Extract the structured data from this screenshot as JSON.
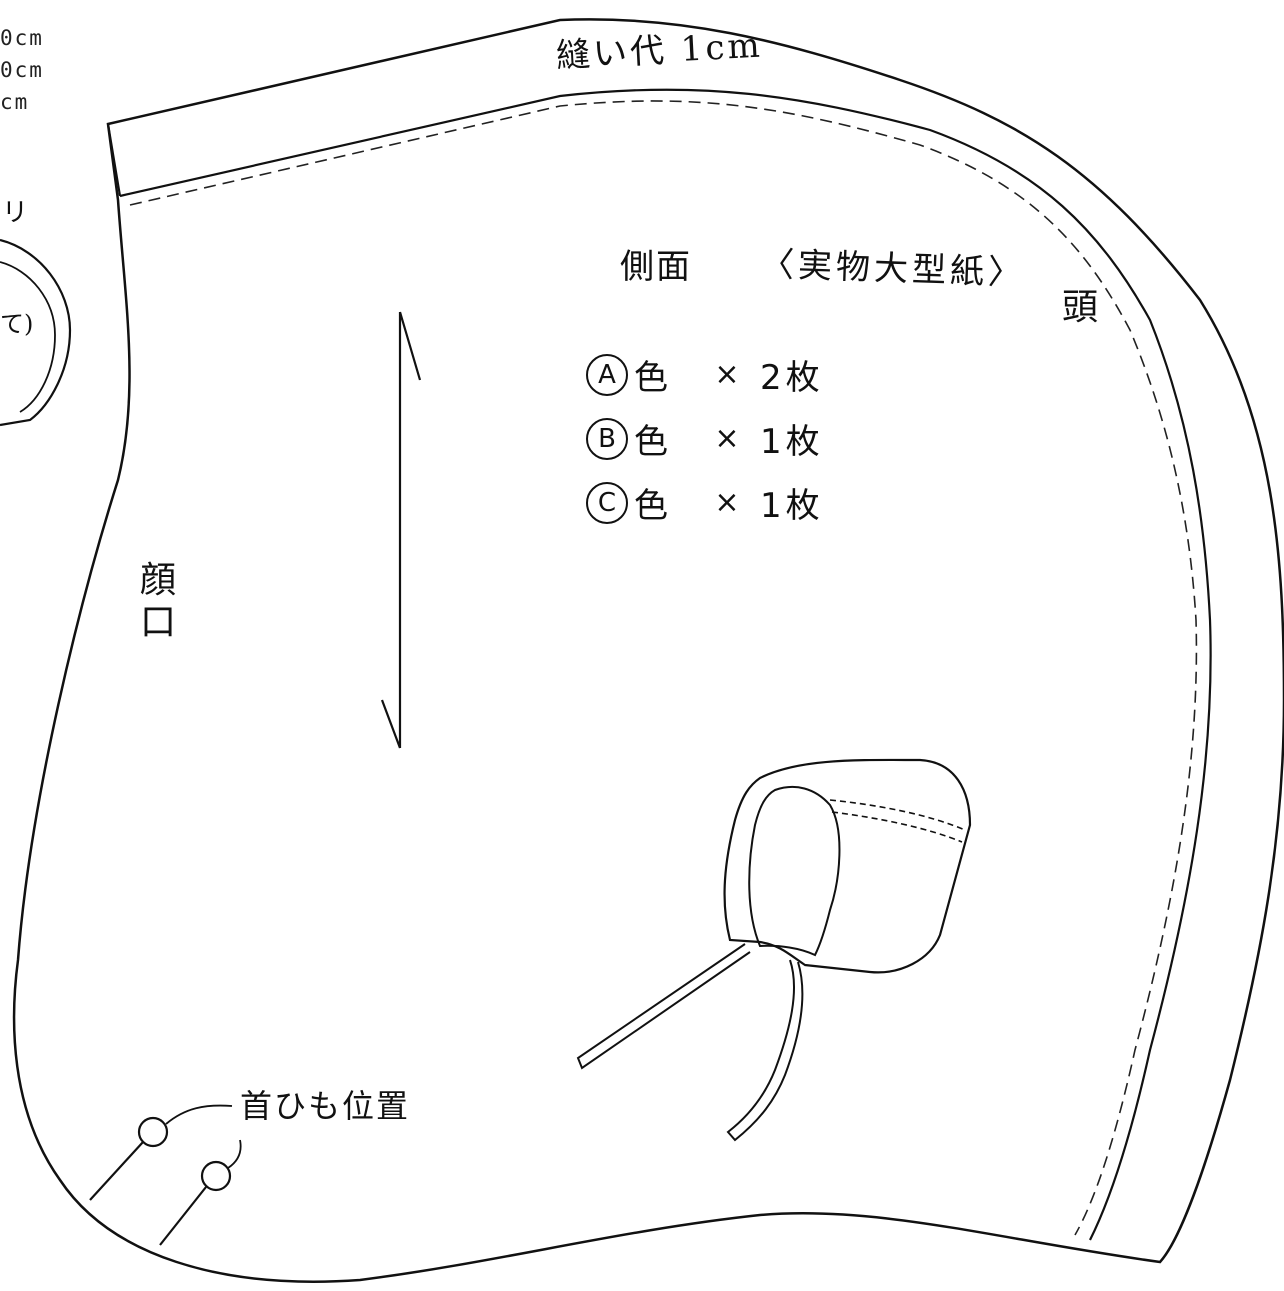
{
  "dimensions_partial": [
    "0cm",
    "0cm",
    "cm"
  ],
  "seam_allowance_label": "縫い代 1cm",
  "title": "側面",
  "subtitle": "〈実物大型紙〉",
  "head_label": "頭",
  "face_opening_label": "顔口",
  "neck_tie_label": "首ひも位置",
  "cutting_list": [
    {
      "mark": "A",
      "color_label": "色",
      "times": "×",
      "count": "2枚"
    },
    {
      "mark": "B",
      "color_label": "色",
      "times": "×",
      "count": "1枚"
    },
    {
      "mark": "C",
      "color_label": "色",
      "times": "×",
      "count": "1枚"
    }
  ],
  "partial_side_text": [
    "リ",
    "て)"
  ],
  "colors": {
    "ink": "#111111",
    "paper": "#ffffff"
  }
}
